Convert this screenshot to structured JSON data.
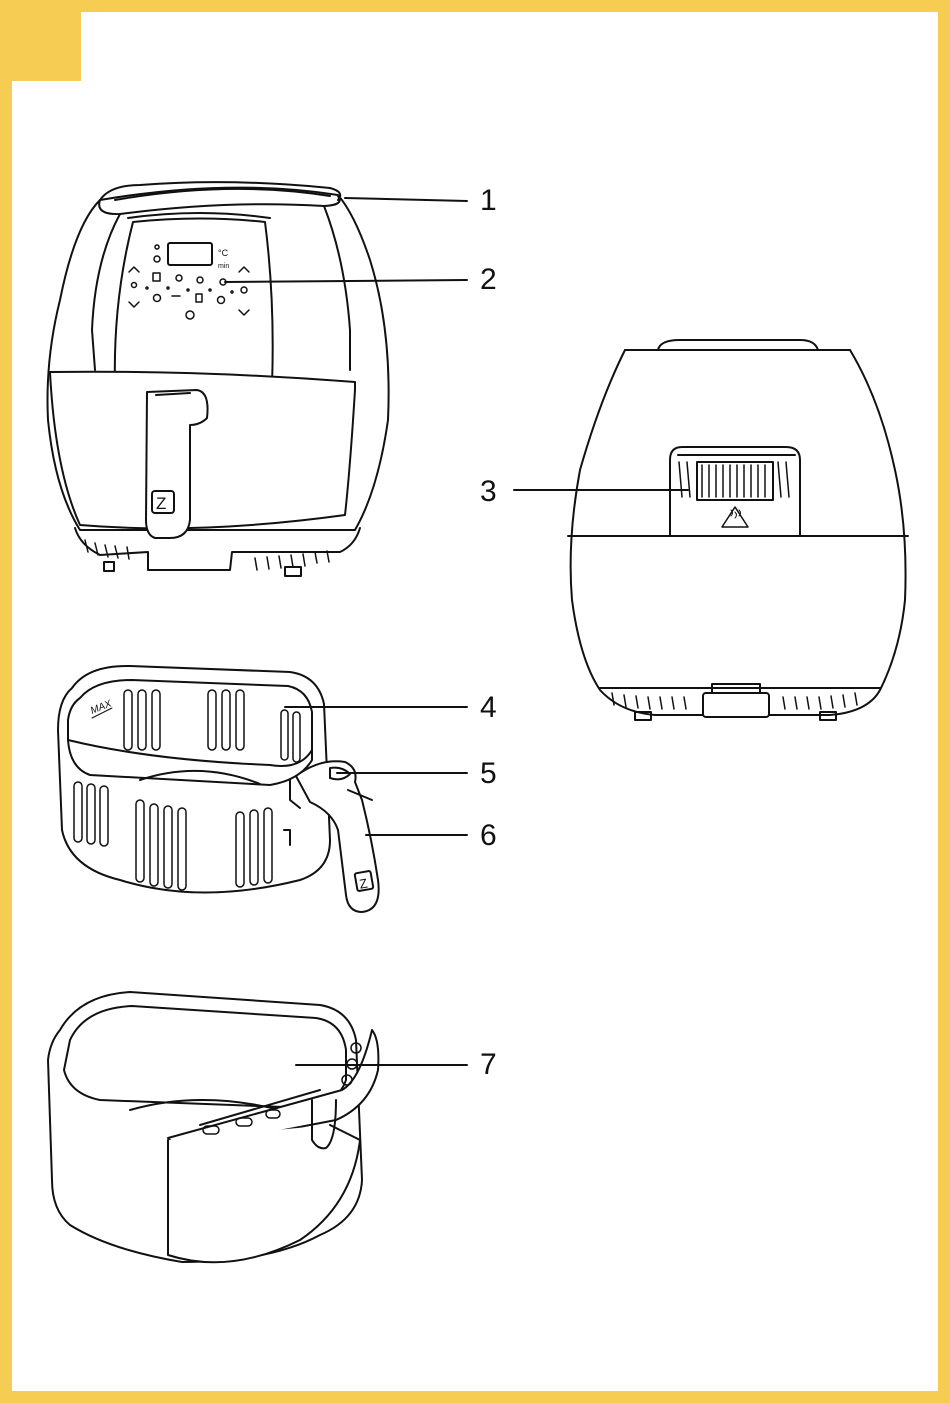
{
  "colors": {
    "frame": "#F7CC52",
    "line": "#111111",
    "fill": "#ffffff"
  },
  "control_panel": {
    "temp_unit": "°C",
    "time_unit": "min"
  },
  "handle_logo": "Z",
  "basket_mark": "MAX",
  "callouts": [
    {
      "id": "1",
      "label": "1"
    },
    {
      "id": "2",
      "label": "2"
    },
    {
      "id": "3",
      "label": "3"
    },
    {
      "id": "4",
      "label": "4"
    },
    {
      "id": "5",
      "label": "5"
    },
    {
      "id": "6",
      "label": "6"
    },
    {
      "id": "7",
      "label": "7"
    }
  ]
}
